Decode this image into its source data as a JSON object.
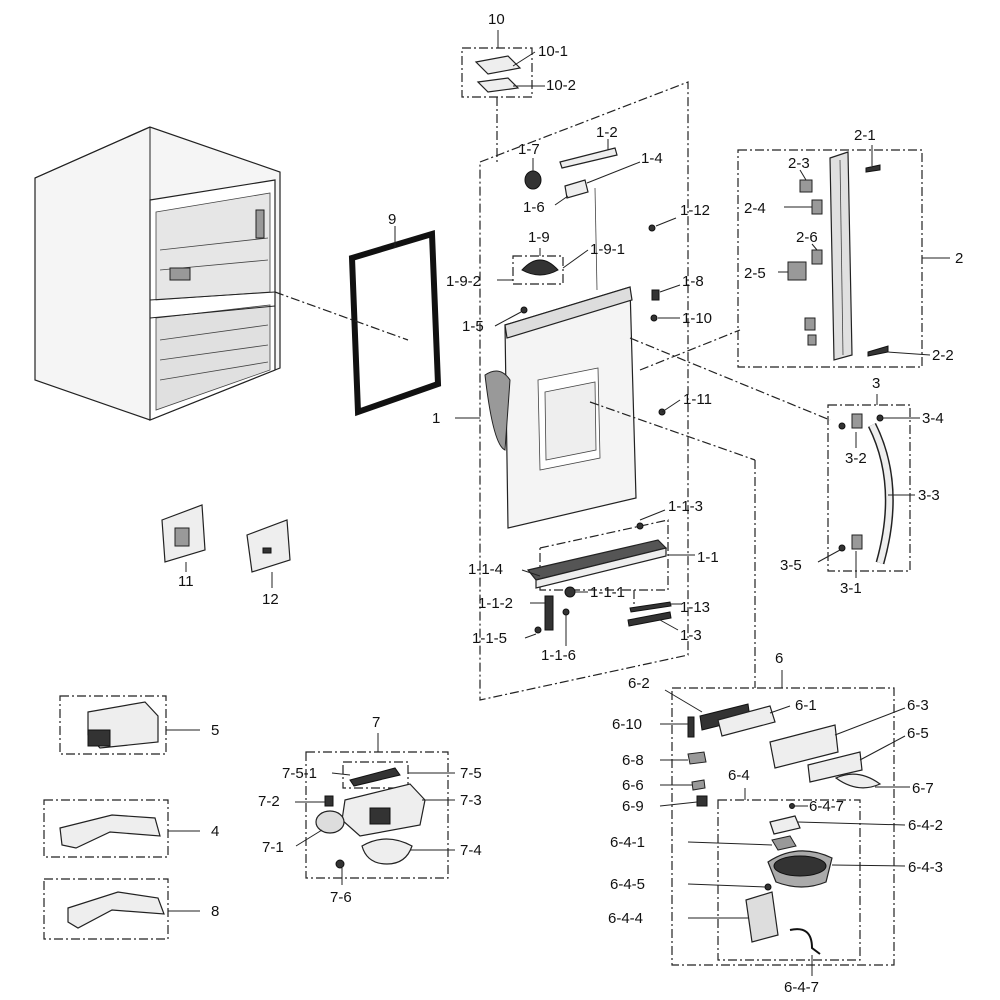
{
  "labels": {
    "l10": "10",
    "l10_1": "10-1",
    "l10_2": "10-2",
    "l1": "1",
    "l1_2": "1-2",
    "l1_4": "1-4",
    "l1_6": "1-6",
    "l1_7": "1-7",
    "l1_12": "1-12",
    "l1_9": "1-9",
    "l1_9_1": "1-9-1",
    "l1_9_2": "1-9-2",
    "l1_8": "1-8",
    "l1_5": "1-5",
    "l1_10": "1-10",
    "l1_11": "1-11",
    "l1_1": "1-1",
    "l1_1_3": "1-1-3",
    "l1_1_4": "1-1-4",
    "l1_1_1": "1-1-1",
    "l1_1_2": "1-1-2",
    "l1_13": "1-13",
    "l1_1_5": "1-1-5",
    "l1_3": "1-3",
    "l1_1_6": "1-1-6",
    "l2": "2",
    "l2_1": "2-1",
    "l2_2": "2-2",
    "l2_3": "2-3",
    "l2_4": "2-4",
    "l2_5": "2-5",
    "l2_6": "2-6",
    "l3": "3",
    "l3_1": "3-1",
    "l3_2": "3-2",
    "l3_3": "3-3",
    "l3_4": "3-4",
    "l3_5": "3-5",
    "l4": "4",
    "l5": "5",
    "l8": "8",
    "l9": "9",
    "l11": "11",
    "l12": "12",
    "l6": "6",
    "l6_1": "6-1",
    "l6_2": "6-2",
    "l6_3": "6-3",
    "l6_5": "6-5",
    "l6_10": "6-10",
    "l6_8": "6-8",
    "l6_6": "6-6",
    "l6_7": "6-7",
    "l6_9": "6-9",
    "l6_4": "6-4",
    "l6_4_7a": "6-4-7",
    "l6_4_2": "6-4-2",
    "l6_4_1": "6-4-1",
    "l6_4_3": "6-4-3",
    "l6_4_5": "6-4-5",
    "l6_4_4": "6-4-4",
    "l6_4_7b": "6-4-7",
    "l7": "7",
    "l7_5_1": "7-5-1",
    "l7_5": "7-5",
    "l7_2": "7-2",
    "l7_3": "7-3",
    "l7_1": "7-1",
    "l7_4": "7-4",
    "l7_6": "7-6"
  }
}
